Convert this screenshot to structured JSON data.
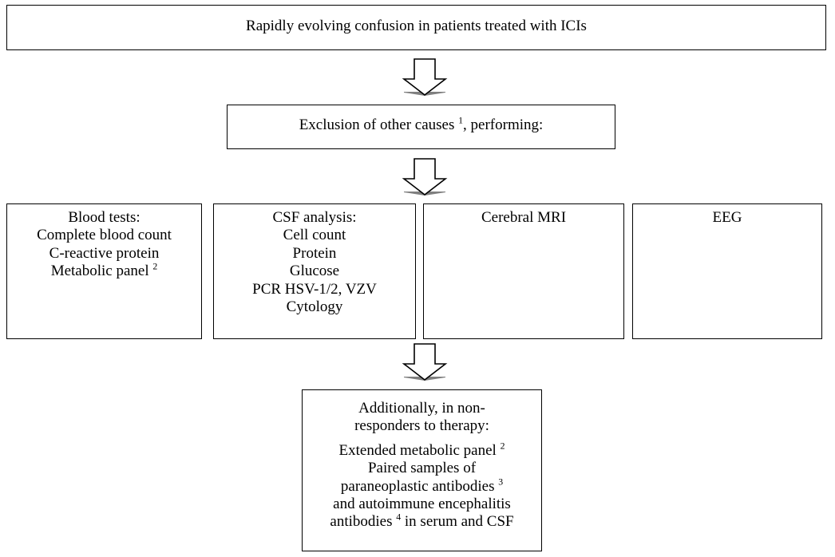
{
  "diagram": {
    "title": "Rapidly evolving confusion in patients treated with ICIs",
    "nodes": {
      "root": {
        "name": "root-node",
        "text": "Rapidly evolving confusion in patients treated with ICIs"
      },
      "exclusion": {
        "name": "exclusion-node",
        "text_before": "Exclusion of other causes",
        "superscript": "1",
        "text_after": ", performing:"
      },
      "blood": {
        "name": "blood-tests-node",
        "heading": "Blood tests:",
        "items": [
          "Complete blood count",
          "C-reactive protein"
        ],
        "item_with_sup_text": "Metabolic panel",
        "item_with_sup_marker": "2"
      },
      "csf": {
        "name": "csf-analysis-node",
        "heading": "CSF analysis:",
        "items": [
          "Cell count",
          "Protein",
          "Glucose",
          "PCR HSV-1/2, VZV",
          "Cytology"
        ]
      },
      "mri": {
        "name": "cerebral-mri-node",
        "text": "Cerebral MRI"
      },
      "eeg": {
        "name": "eeg-node",
        "text": "EEG"
      },
      "additional": {
        "name": "additional-tests-node",
        "heading_line1": "Additionally, in non-",
        "heading_line2": "responders to therapy:",
        "line_extended": "Extended metabolic panel",
        "sup_extended": "2",
        "line_paired": "Paired samples of",
        "line_paraneoplastic": "paraneoplastic antibodies",
        "sup_paraneoplastic": "3",
        "line_autoimmune": "and autoimmune encephalitis",
        "line_antibodies": "antibodies",
        "sup_antibodies": "4",
        "line_antibodies_tail": "in serum and CSF"
      }
    },
    "arrows": [
      {
        "name": "arrow-root-to-exclusion",
        "direction": "down"
      },
      {
        "name": "arrow-exclusion-to-tests",
        "direction": "down"
      },
      {
        "name": "arrow-tests-to-additional",
        "direction": "down"
      }
    ],
    "colors": {
      "background": "#ffffff",
      "border": "#000000",
      "text": "#000000",
      "arrow_stroke": "#000000",
      "arrow_fill": "#ffffff",
      "arrow_shadow": "#808080"
    }
  }
}
